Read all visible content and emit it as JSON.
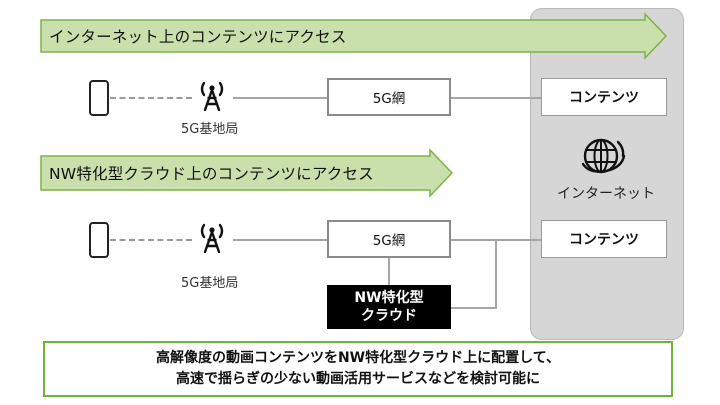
{
  "banners": {
    "internet_access": "インターネット上のコンテンツにアクセス",
    "nw_access": "NW特化型クラウド上のコンテンツにアクセス"
  },
  "rows": [
    {
      "base_station": "5G基地局",
      "network": "5G網",
      "content": "コンテンツ"
    },
    {
      "base_station": "5G基地局",
      "network": "5G網",
      "content": "コンテンツ"
    }
  ],
  "nw_cloud": {
    "line1": "NW特化型",
    "line2": "クラウド"
  },
  "internet": {
    "label": "インターネット"
  },
  "summary": {
    "line1": "高解像度の動画コンテンツをNW特化型クラウド上に配置して、",
    "line2": "高速で揺らぎの少ない動画活用サービスなどを検討可能に"
  },
  "colors": {
    "banner_fill": "#c9e0ad",
    "banner_stroke": "#7fb24a",
    "summary_border": "#72b43a",
    "panel_fill": "#d6d6d6",
    "nw_box_fill": "#000000"
  },
  "icons": [
    "phone-icon",
    "antenna-icon",
    "globe-icon"
  ]
}
